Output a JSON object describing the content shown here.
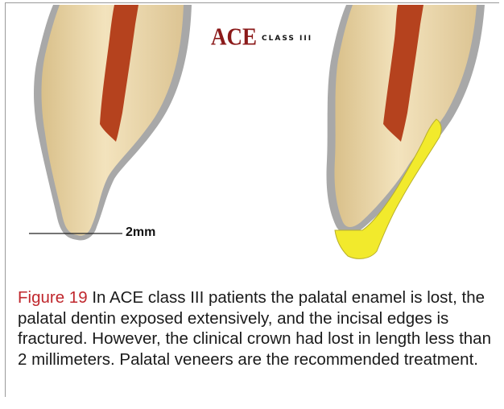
{
  "figure": {
    "title_ace": "ACE",
    "title_class": "CLASS III",
    "measure_label": "2mm",
    "caption_label": "Figure 19",
    "caption_text": "In ACE class III patients the palatal enamel is lost, the palatal dentin exposed extensively, and the incisal edges is fractured. However, the clinical crown had lost in length less than 2 millimeters. Palatal veneers are the recommended treatment."
  },
  "colors": {
    "tooth_body": "#e9d6a8",
    "enamel_outline": "#a8a8a8",
    "pulp": "#b5421e",
    "veneer": "#f2ea2c",
    "title": "#8b1a1a",
    "caption_label": "#c0272d"
  }
}
